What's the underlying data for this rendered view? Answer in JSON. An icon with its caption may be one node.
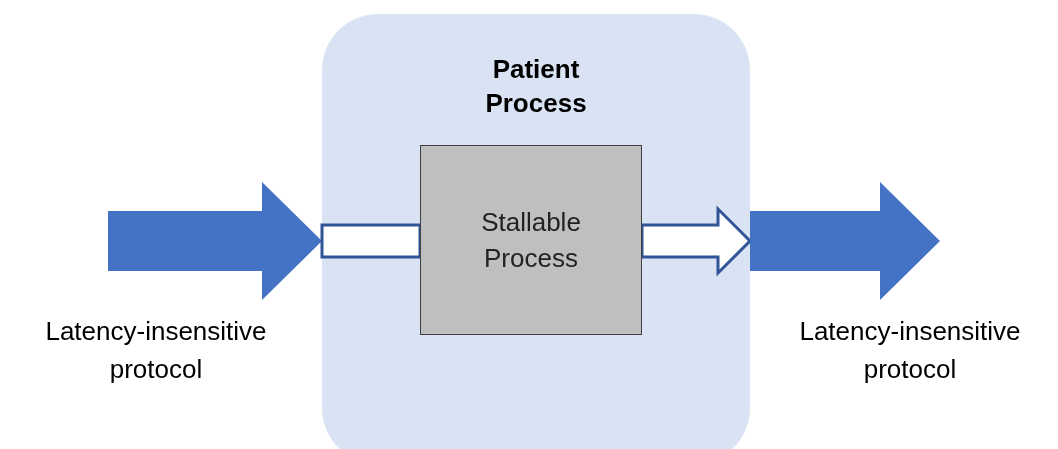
{
  "diagram": {
    "nodes": [
      {
        "text": [
          "Patient Process"
        ]
      },
      {
        "text": [
          "Stallable Process"
        ],
        "in": 0
      }
    ],
    "edges": [
      {
        "from": null,
        "to": 0,
        "arrow": "to",
        "style": "thick",
        "color": "#4472c4"
      },
      {
        "from": 0,
        "to": 1,
        "arrow": "none"
      },
      {
        "from": 1,
        "to": 0,
        "arrow": "to"
      },
      {
        "from": 0,
        "to": null,
        "arrow": "to",
        "style": "thick",
        "color": "#4472c4"
      }
    ],
    "labels": [
      "Latency-insensitive protocol",
      "Latency-insensitive protocol"
    ]
  }
}
